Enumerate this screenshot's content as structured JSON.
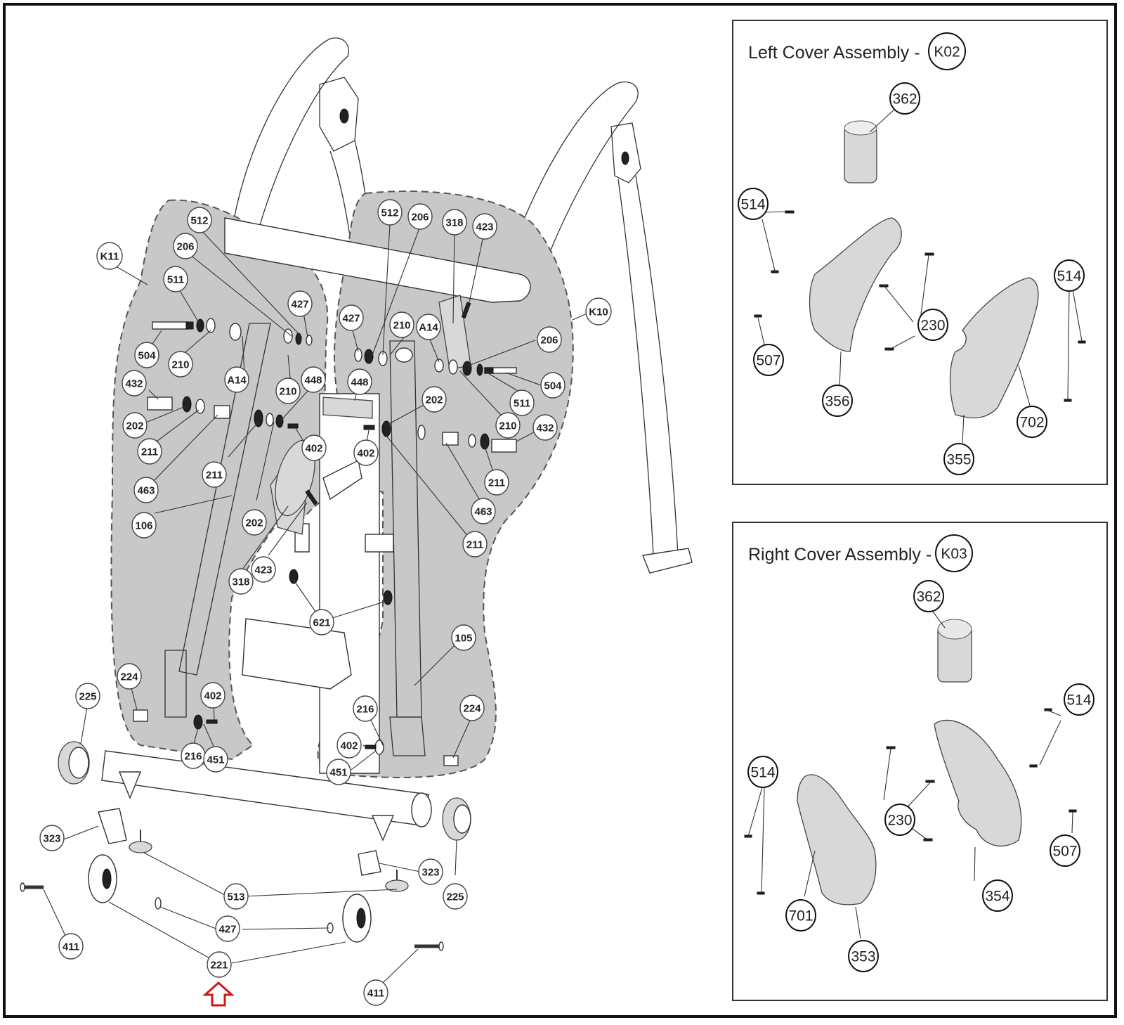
{
  "diagram": {
    "type": "exploded-parts-diagram",
    "main_assembly": {
      "zones": [
        {
          "id": "K11",
          "label": "K11"
        },
        {
          "id": "K10",
          "label": "K10"
        }
      ],
      "callouts_left_zone": [
        "512",
        "206",
        "511",
        "504",
        "210",
        "432",
        "202",
        "211",
        "463",
        "A14",
        "427",
        "210",
        "448",
        "211",
        "402",
        "106",
        "202",
        "423",
        "318",
        "224",
        "402",
        "216",
        "451"
      ],
      "callouts_right_zone": [
        "512",
        "206",
        "318",
        "423",
        "427",
        "210",
        "A14",
        "206",
        "504",
        "511",
        "448",
        "202",
        "210",
        "432",
        "402",
        "211",
        "463",
        "211",
        "621",
        "105",
        "216",
        "224",
        "402",
        "451"
      ],
      "callouts_base": [
        "225",
        "225",
        "323",
        "323",
        "513",
        "427",
        "411",
        "411",
        "221"
      ],
      "highlighted_part": "221",
      "highlight_color": "#cc1a1a"
    },
    "left_cover_panel": {
      "title": "Left Cover Assembly -",
      "code": "K02",
      "callouts": [
        "362",
        "514",
        "514",
        "230",
        "507",
        "356",
        "702",
        "355"
      ]
    },
    "right_cover_panel": {
      "title": "Right Cover Assembly -",
      "code": "K03",
      "callouts": [
        "362",
        "514",
        "514",
        "230",
        "507",
        "701",
        "353",
        "354"
      ]
    }
  }
}
